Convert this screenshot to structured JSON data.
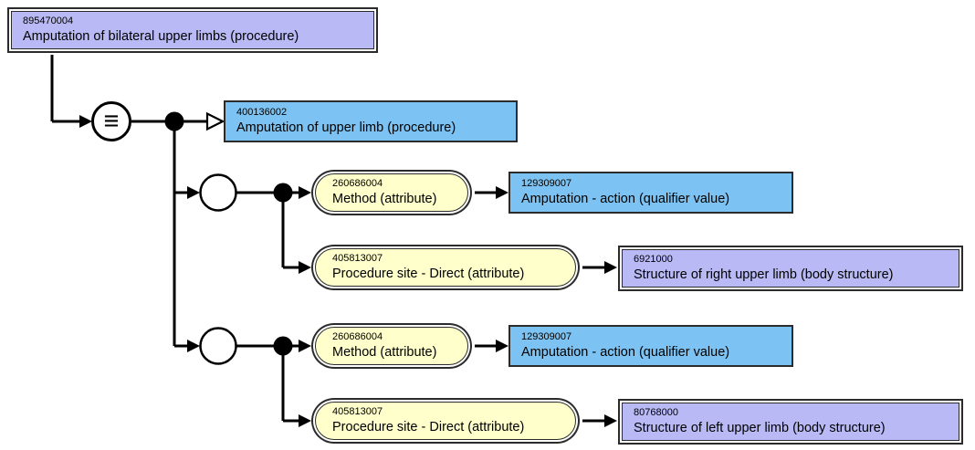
{
  "focus": {
    "id": "895470004",
    "term": "Amputation of bilateral upper limbs (procedure)"
  },
  "parent": {
    "id": "400136002",
    "term": "Amputation of upper limb (procedure)"
  },
  "groups": [
    {
      "attributes": [
        {
          "id": "260686004",
          "term": "Method (attribute)",
          "value": {
            "id": "129309007",
            "term": "Amputation - action (qualifier value)"
          }
        },
        {
          "id": "405813007",
          "term": "Procedure site - Direct (attribute)",
          "value": {
            "id": "6921000",
            "term": "Structure of right upper limb (body structure)"
          }
        }
      ]
    },
    {
      "attributes": [
        {
          "id": "260686004",
          "term": "Method (attribute)",
          "value": {
            "id": "129309007",
            "term": "Amputation - action (qualifier value)"
          }
        },
        {
          "id": "405813007",
          "term": "Procedure site - Direct (attribute)",
          "value": {
            "id": "80768000",
            "term": "Structure of left upper limb (body structure)"
          }
        }
      ]
    }
  ],
  "icons": {
    "definition_status_glyph": "≡"
  },
  "colors": {
    "defined_concept_fill": "#b9b9f5",
    "primitive_concept_fill": "#7cc2f2",
    "attribute_fill": "#ffffcc",
    "line": "#000000",
    "canvas": "#ffffff"
  }
}
